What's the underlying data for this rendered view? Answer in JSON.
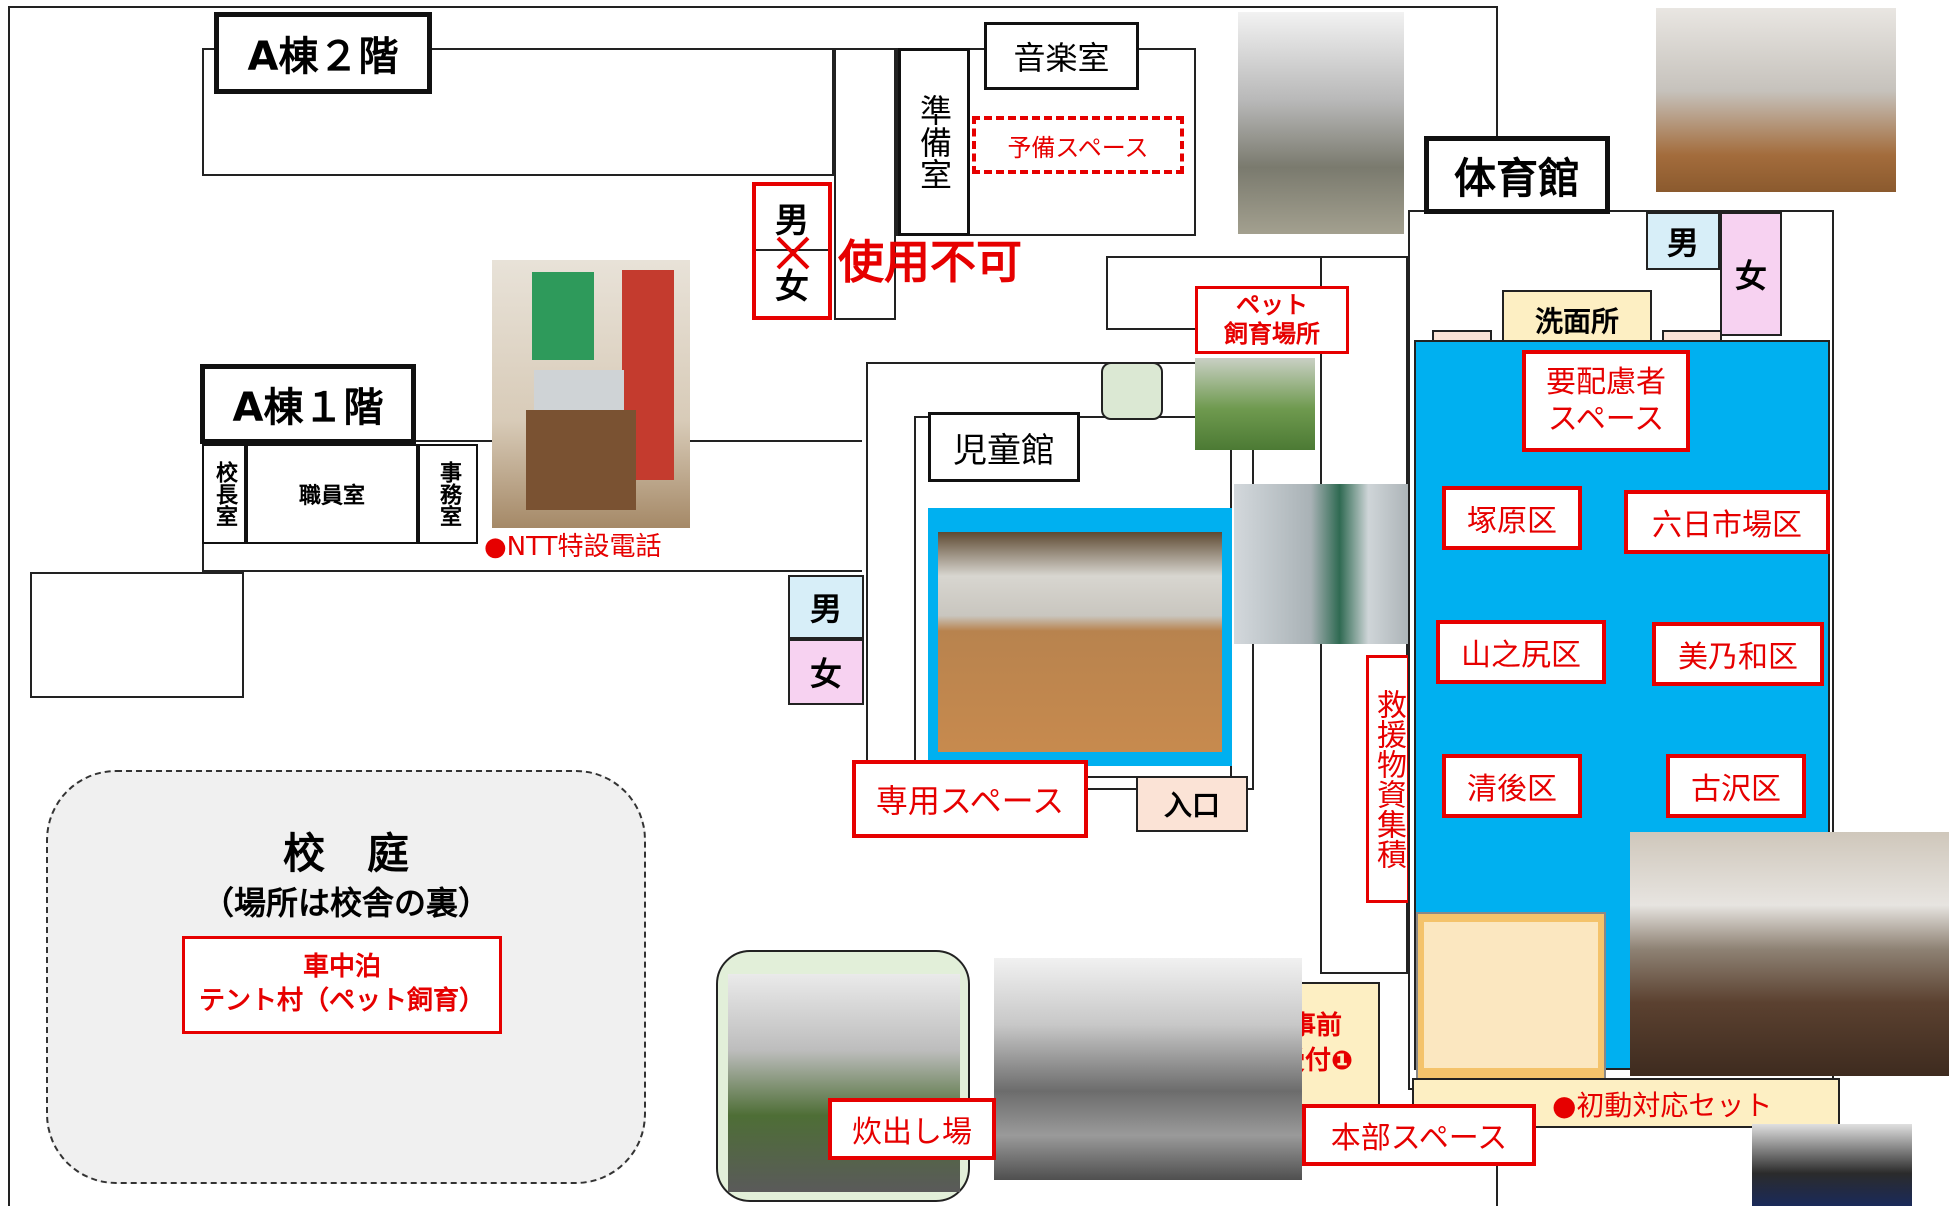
{
  "buildings": {
    "a2_title": "A棟２階",
    "a1_title": "A棟１階",
    "gym_title": "体育館"
  },
  "rooms": {
    "music": "音楽室",
    "prep": "準備室",
    "reserve": "予備スペース",
    "principal": "校長室",
    "staff": "職員室",
    "office": "事務室",
    "children": "児童館",
    "wash": "洗面所",
    "entrance": "入口"
  },
  "toilets": {
    "male": "男",
    "female": "女"
  },
  "notices": {
    "unusable": "使用不可",
    "ntt_phone": "●NTT特設電話",
    "pet_area": "ペット\n飼育場所",
    "dedicated": "専用スペース",
    "relief": "救援物資集積",
    "pre_reception": "事前\n受付❶",
    "hq": "本部スペース",
    "initial_set": "●初動対応セット",
    "cooking": "炊出し場"
  },
  "gym_areas": {
    "care": "要配慮者\nスペース",
    "tsukahara": "塚原区",
    "muika": "六日市場区",
    "yamanoshiri": "山之尻区",
    "minowa": "美乃和区",
    "seigo": "清後区",
    "furusawa": "古沢区"
  },
  "courtyard": {
    "title": "校　庭",
    "subtitle": "（場所は校舎の裏）",
    "car": "車中泊\nテント村（ペット飼育）"
  },
  "colors": {
    "gym_floor": "#00b0f0",
    "highlight_red": "#e60000",
    "male_toilet": "#d7eef8",
    "female_toilet": "#f7d2f1",
    "reception": "#fdefc3",
    "courtyard": "#f0f0f0"
  }
}
